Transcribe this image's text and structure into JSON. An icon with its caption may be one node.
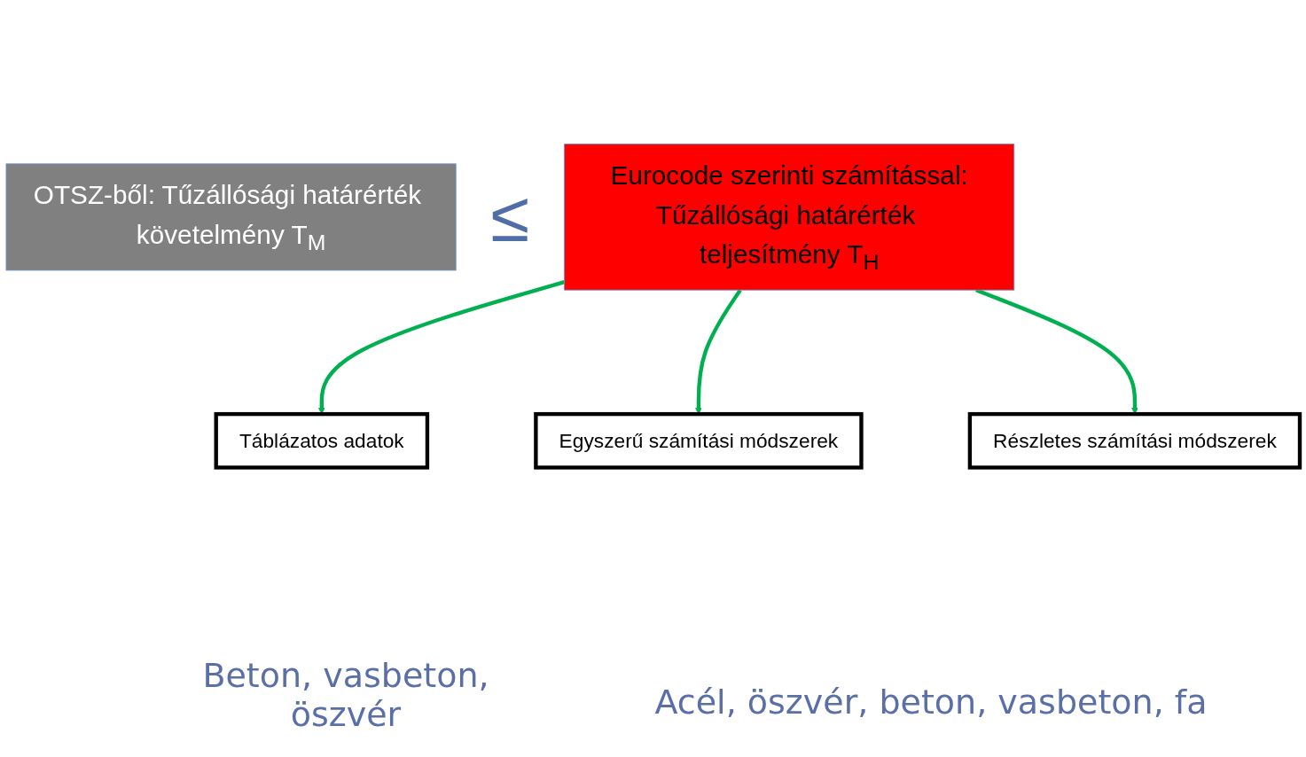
{
  "diagram": {
    "nodes": [
      {
        "text": [
          "OTSZ-ből: Tűzállósági határérték követelmény T$_{M}$"
        ]
      },
      {
        "text": [
          "Eurocode szerinti számítással:",
          "Tűzállósági határérték teljesítmény T$_{H}$"
        ]
      },
      {
        "text": [
          "Táblázatos adatok"
        ]
      },
      {
        "text": [
          "Egyszerű számítási módszerek"
        ]
      },
      {
        "text": [
          "Részletes számítási módszerek"
        ]
      }
    ],
    "edges": [
      {
        "from": 1,
        "to": 2,
        "arrow": "to"
      },
      {
        "from": 1,
        "to": 3,
        "arrow": "to"
      },
      {
        "from": 1,
        "to": 4,
        "arrow": "to"
      }
    ],
    "labels": [
      "≤",
      "Beton, vasbeton, öszvér",
      "Acél, öszvér, beton, vasbeton, fa"
    ]
  }
}
